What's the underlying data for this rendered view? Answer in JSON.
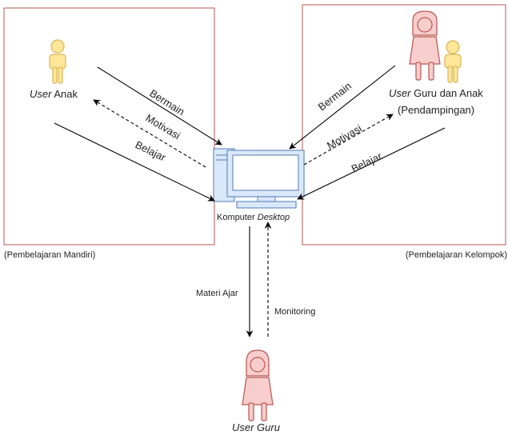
{
  "colors": {
    "box_border": "#b85450",
    "child_fill": "#ffe699",
    "child_stroke": "#d6b656",
    "teacher_fill": "#f8cecc",
    "teacher_stroke": "#b85450",
    "computer_fill": "#dae8fc",
    "computer_stroke": "#6c8ebf",
    "line": "#000000"
  },
  "groups": {
    "left_caption": "(Pembelajaran Mandiri)",
    "right_caption": "(Pembelajaran Kelompok)"
  },
  "nodes": {
    "user_anak": {
      "italic": "User",
      "rest": " Anak",
      "icon": "child-user-icon"
    },
    "user_guru_anak": {
      "italic": "User",
      "rest": " Guru dan Anak",
      "line2": "(Pendampingan)",
      "icon": "teacher-and-child-icon"
    },
    "computer": {
      "text": "Komputer ",
      "italic": "Desktop",
      "icon": "desktop-computer-icon"
    },
    "user_guru": {
      "italic": "User Guru",
      "icon": "teacher-user-icon"
    }
  },
  "edges": {
    "left_bermain": "Bermain",
    "left_motivasi": "Motivasi",
    "left_belajar": "Belajar",
    "right_bermain": "Bermain",
    "right_motivasi": "Motivasi",
    "right_belajar": "Belajar",
    "materi_ajar": "Materi Ajar",
    "monitoring": "Monitoring"
  }
}
